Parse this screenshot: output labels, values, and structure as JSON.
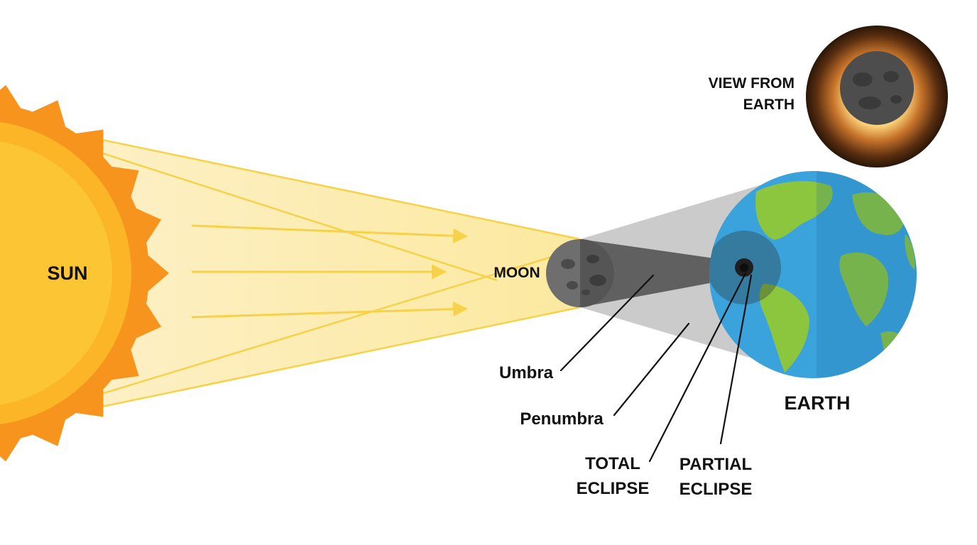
{
  "labels": {
    "sun": "SUN",
    "moon": "MOON",
    "earth": "EARTH",
    "umbra": "Umbra",
    "penumbra": "Penumbra",
    "total_eclipse": [
      "TOTAL",
      "ECLIPSE"
    ],
    "partial_eclipse": [
      "PARTIAL",
      "ECLIPSE"
    ],
    "view_from_earth": [
      "VIEW FROM",
      "EARTH"
    ]
  },
  "colors": {
    "sun_outer": "#f7941d",
    "sun_mid": "#fbb526",
    "sun_inner": "#fcc534",
    "light_beam": "#fbe9a3",
    "light_rays": "#f5d24a",
    "moon": "#6e6e6e",
    "moon_dark": "#4a4a4a",
    "umbra": "#5a5a5a",
    "penumbra": "#b9b9b9",
    "ocean": "#3aa3dc",
    "land": "#8cc63f",
    "corona": "#f3b44a"
  },
  "icons": {
    "sun": "sun-icon",
    "moon": "moon-icon",
    "earth": "earth-globe-icon",
    "eclipse_view": "total-eclipse-icon"
  }
}
